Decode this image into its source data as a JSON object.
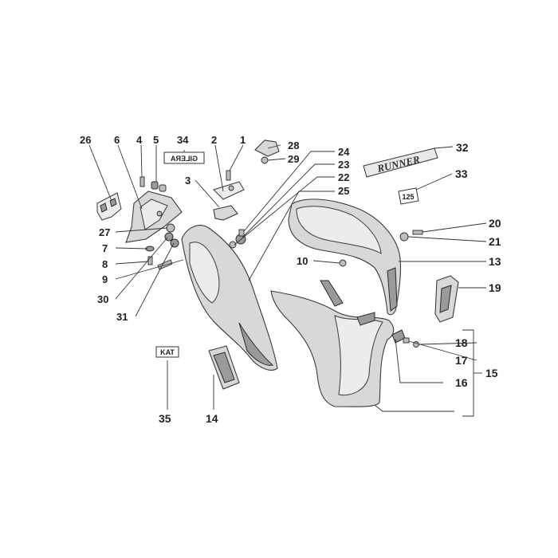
{
  "labels": {
    "l1": "1",
    "l2": "2",
    "l3": "3",
    "l4": "4",
    "l5": "5",
    "l6": "6",
    "l7": "7",
    "l8": "8",
    "l9": "9",
    "l10": "10",
    "l13": "13",
    "l14": "14",
    "l15": "15",
    "l16": "16",
    "l17": "17",
    "l18": "18",
    "l19": "19",
    "l20": "20",
    "l21": "21",
    "l22": "22",
    "l23": "23",
    "l24": "24",
    "l25": "25",
    "l26": "26",
    "l27": "27",
    "l28": "28",
    "l29": "29",
    "l30": "30",
    "l31": "31",
    "l32": "32",
    "l33": "33",
    "l34": "34",
    "l35": "35"
  },
  "stickers": {
    "gilera": "GILERA",
    "kat": "KAT",
    "cc": "125",
    "runner": "RUNNER"
  }
}
